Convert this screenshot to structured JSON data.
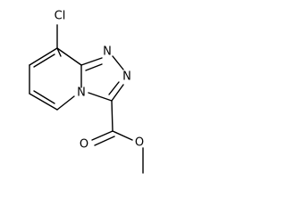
{
  "molecule": {
    "atoms": {
      "cl": "Cl",
      "n1": "N",
      "n2": "N",
      "n3": "N",
      "o_carbonyl": "O",
      "o_ester": "O"
    }
  }
}
